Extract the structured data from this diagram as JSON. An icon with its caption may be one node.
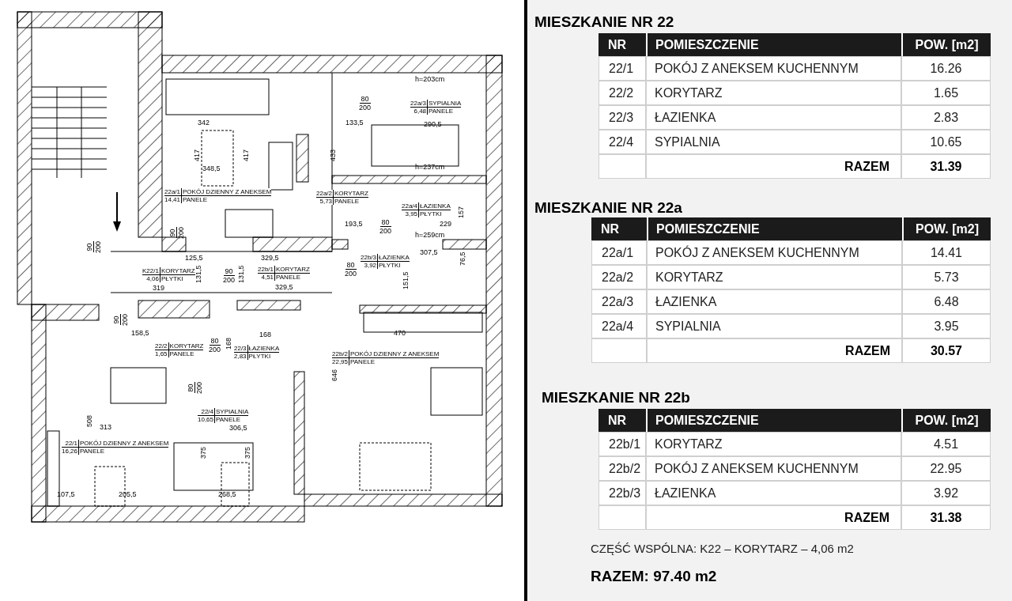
{
  "diagram": {
    "labels": [
      "h=203cm",
      "80",
      "200",
      "22a/3",
      "SYPIALNIA",
      "6,48",
      "PANELE",
      "342",
      "133,5",
      "290,5",
      "417",
      "417",
      "433",
      "348,5",
      "h=237cm",
      "22a/2",
      "KORYTARZ",
      "5,73",
      "PANELE",
      "22a/1",
      "POKÓJ DZIENNY Z ANEKSEM",
      "14,41",
      "PANELE",
      "22a/4",
      "ŁAZIENKA",
      "3,95",
      "PŁYTKI",
      "157",
      "193,5",
      "80",
      "200",
      "229",
      "h=259cm",
      "90",
      "200",
      "90",
      "200",
      "125,5",
      "329,5",
      "307,5",
      "76,5",
      "80",
      "200",
      "22b/3",
      "ŁAZIENKA",
      "3,92",
      "PŁYTKI",
      "K22/1",
      "KORYTARZ",
      "4,06",
      "PŁYTKI",
      "131,5",
      "90",
      "200",
      "131,5",
      "22b/1",
      "KORYTARZ",
      "4,51",
      "PANELE",
      "319",
      "329,5",
      "151,5",
      "90",
      "200",
      "158,5",
      "168",
      "470",
      "168",
      "80",
      "200",
      "22/2",
      "KORYTARZ",
      "1,65",
      "PANELE",
      "22/3",
      "ŁAZIENKA",
      "2,83",
      "PŁYTKI",
      "22b/2",
      "POKÓJ DZIENNY Z ANEKSEM",
      "22,95",
      "PANELE",
      "646",
      "80",
      "200",
      "508",
      "313",
      "22/4",
      "SYPIALNIA",
      "10,65",
      "PANELE",
      "306,5",
      "22/1",
      "POKÓJ DZIENNY Z ANEKSEM",
      "16,26",
      "PANELE",
      "375",
      "375",
      "107,5",
      "205,5",
      "268,5",
      "MIESZKANIE NR 22",
      "NR",
      "POMIESZCZENIE",
      "POW. [m2]",
      "22/1",
      "POKÓJ Z ANEKSEM KUCHENNYM",
      "16.26",
      "22/2",
      "KORYTARZ",
      "1.65",
      "22/3",
      "ŁAZIENKA",
      "2.83",
      "22/4",
      "SYPIALNIA",
      "10.65",
      "RAZEM",
      "31.39",
      "MIESZKANIE NR 22a",
      "NR",
      "POMIESZCZENIE",
      "POW. [m2]",
      "22a/1",
      "POKÓJ Z ANEKSEM KUCHENNYM",
      "14.41",
      "22a/2",
      "KORYTARZ",
      "5.73",
      "22a/3",
      "ŁAZIENKA",
      "6.48",
      "22a/4",
      "SYPIALNIA",
      "3.95",
      "RAZEM",
      "30.57",
      "MIESZKANIE NR 22b",
      "NR",
      "POMIESZCZENIE",
      "POW. [m2]",
      "22b/1",
      "KORYTARZ",
      "4.51",
      "22b/2",
      "POKÓJ Z ANEKSEM KUCHENNYM",
      "22.95",
      "22b/3",
      "ŁAZIENKA",
      "3.92",
      "RAZEM",
      "31.38",
      "CZĘŚĆ WSPÓLNA: K22 – KORYTARZ – 4,06 m2",
      "RAZEM: 97.40 m2"
    ]
  }
}
